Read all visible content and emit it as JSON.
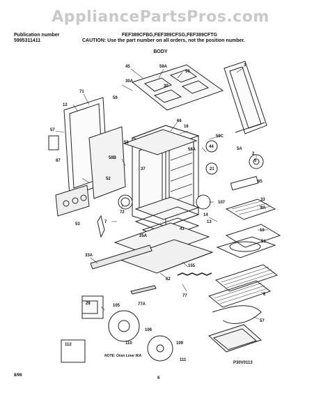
{
  "watermark": "AppliancePartsPros.com",
  "header": {
    "publication_label": "Publication number",
    "publication_number": "5995311411",
    "models": "FEF389CFBG,FEF389CFSG,FEF389CFTG",
    "caution": "CAUTION: Use the part number on all orders, not the position number."
  },
  "section_title": "BODY",
  "callouts": [
    "45",
    "59A",
    "50",
    "3",
    "71",
    "30A",
    "30",
    "12",
    "59",
    "16",
    "57",
    "66",
    "58",
    "59C",
    "44",
    "87",
    "58B",
    "37",
    "58A",
    "5A",
    "52",
    "21",
    "2",
    "5",
    "65",
    "72",
    "107",
    "8A",
    "33",
    "14",
    "13",
    "41",
    "7",
    "53",
    "25A",
    "33A",
    "10",
    "51",
    "155",
    "6",
    "62",
    "77",
    "28",
    "77A",
    "105",
    "108",
    "110",
    "57",
    "109",
    "111",
    "112"
  ],
  "note": "NOTE: Oven Liner N/A",
  "diagram_code": "P30V0113",
  "footer": {
    "date": "8/96",
    "page": "6"
  }
}
